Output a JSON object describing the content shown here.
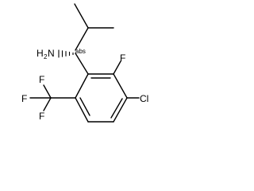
{
  "molecule": {
    "atoms": {
      "amine": {
        "element": "H",
        "subscript": "2",
        "suffix": "N"
      },
      "fluorine_ring": "F",
      "chlorine": "Cl",
      "cf3_f_top": "F",
      "cf3_f_left": "F",
      "cf3_f_bottom": "F"
    },
    "stereo_label": "abs"
  }
}
